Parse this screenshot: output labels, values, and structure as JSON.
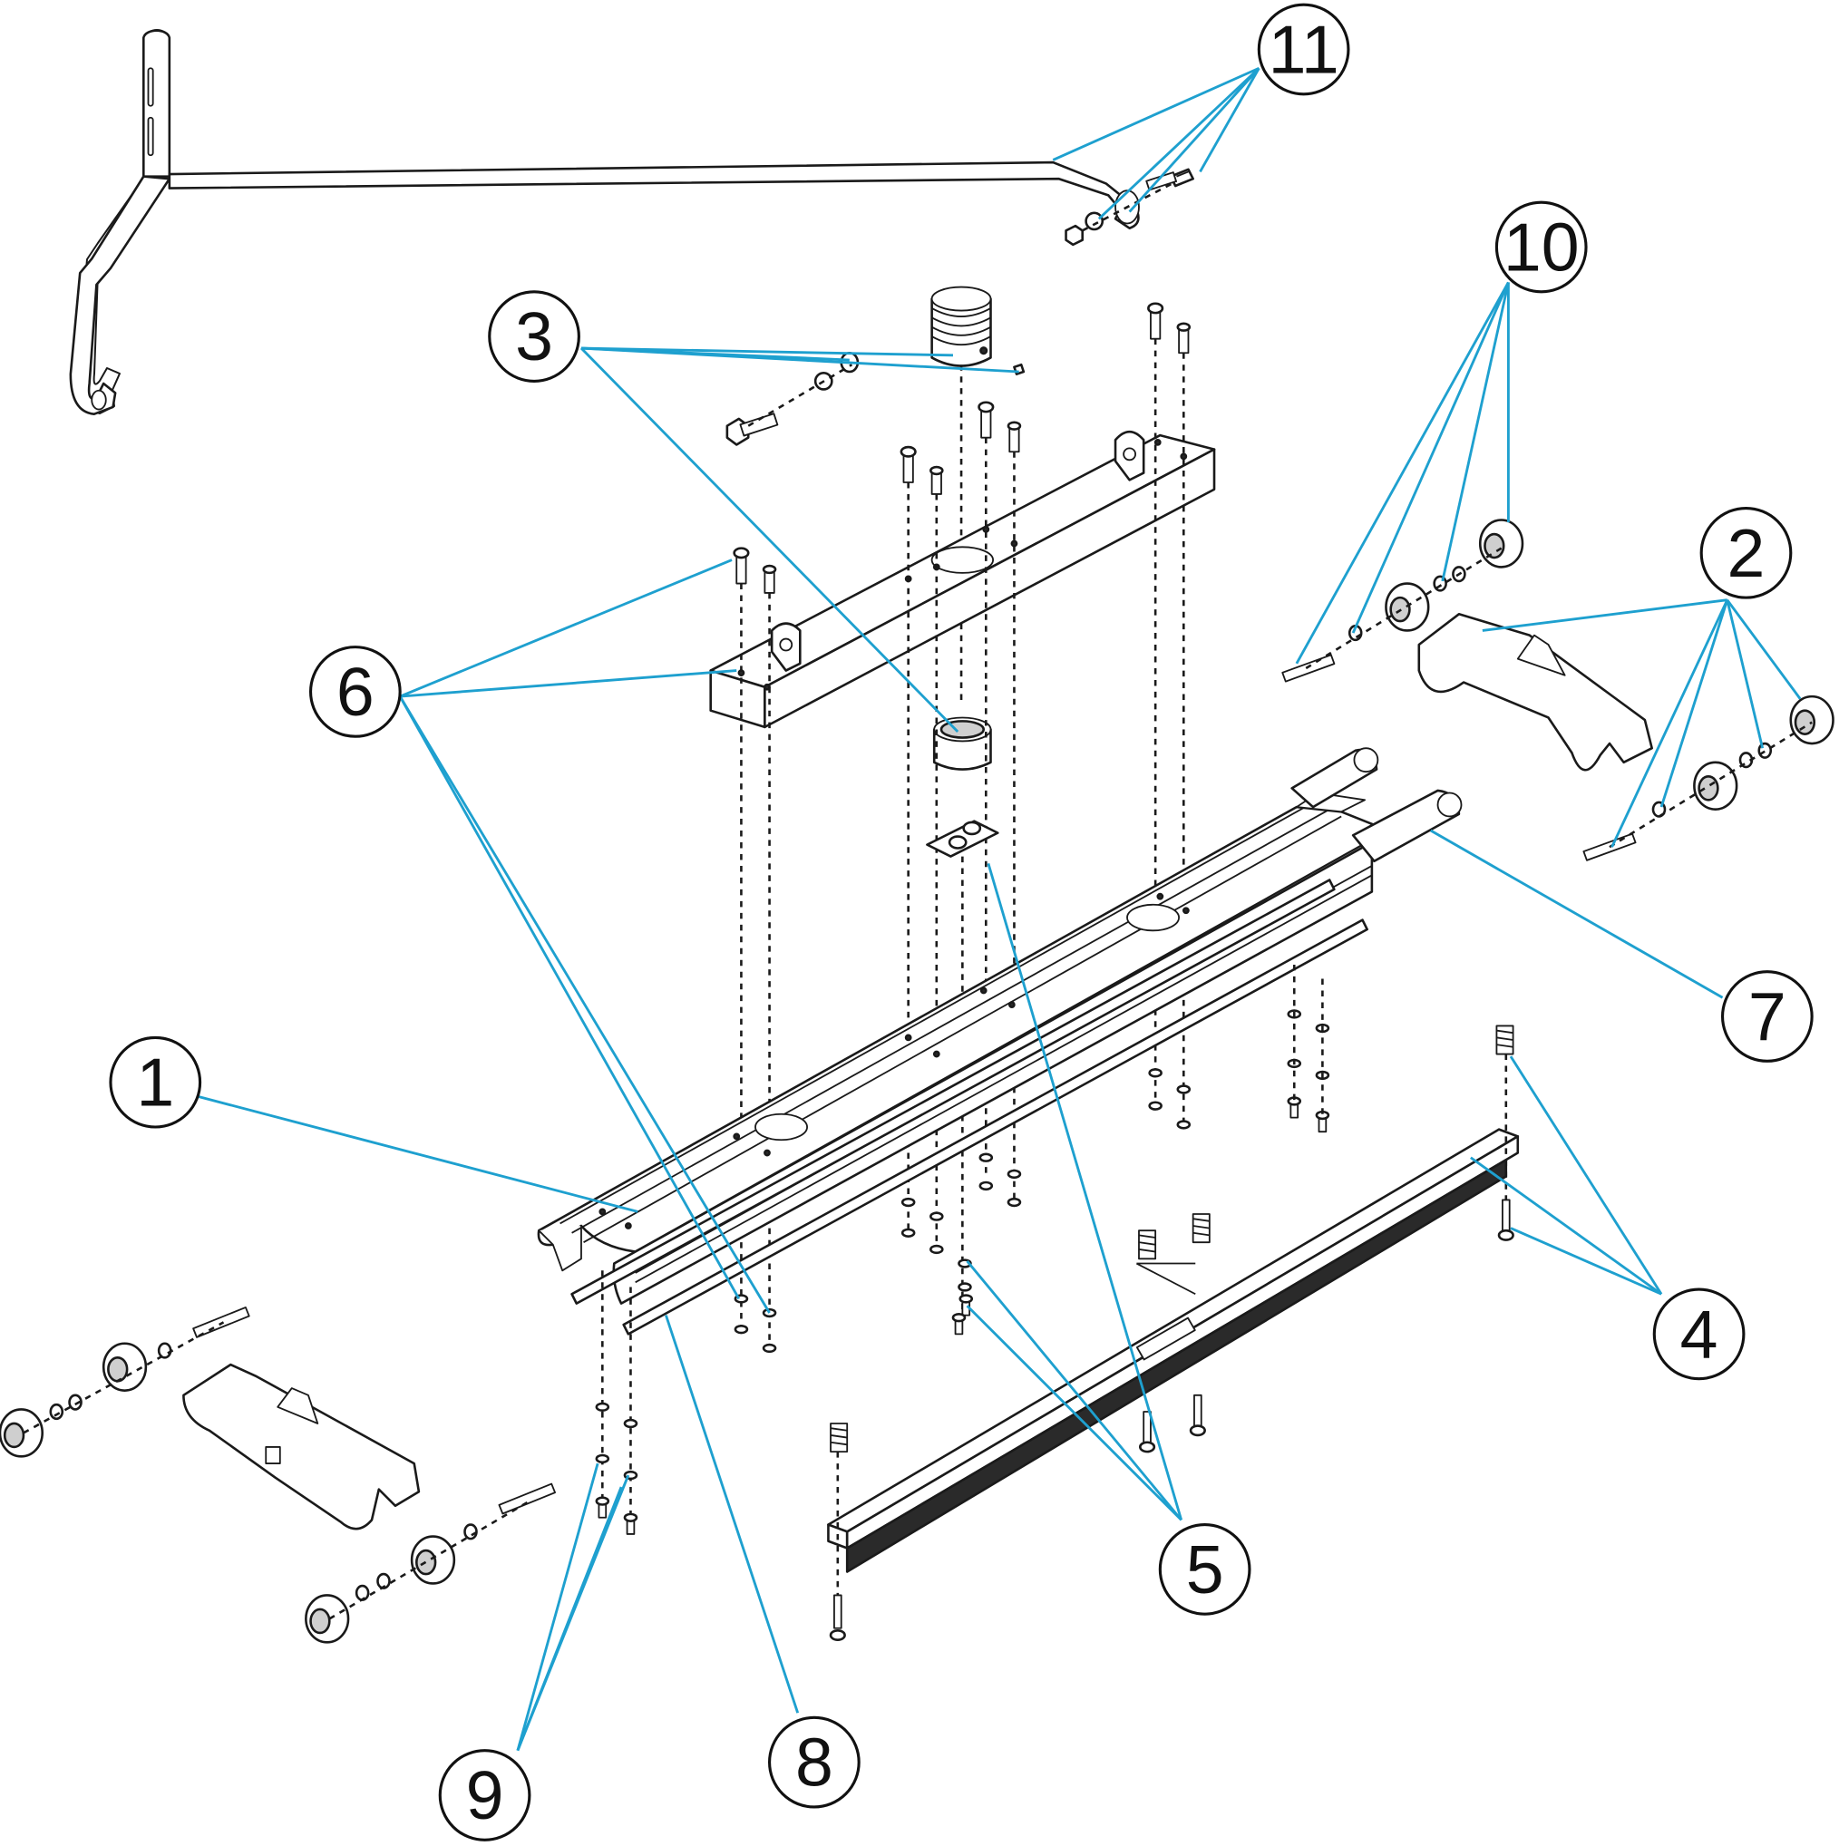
{
  "callouts": [
    {
      "label": "1"
    },
    {
      "label": "2"
    },
    {
      "label": "3"
    },
    {
      "label": "4"
    },
    {
      "label": "5"
    },
    {
      "label": "6"
    },
    {
      "label": "7"
    },
    {
      "label": "8"
    },
    {
      "label": "9"
    },
    {
      "label": "10"
    },
    {
      "label": "11"
    }
  ],
  "colors": {
    "leader_line": "#1ea0cf",
    "outline": "#1a1a1a",
    "background": "#ffffff"
  }
}
